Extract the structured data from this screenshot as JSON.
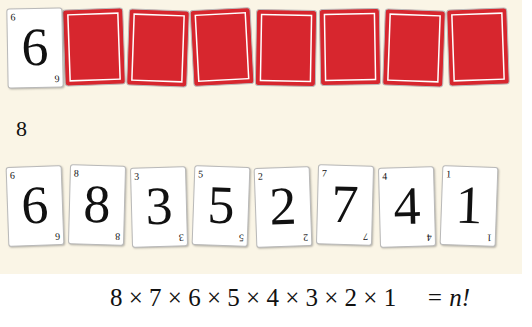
{
  "diagram": {
    "nodes": [
      {
        "text": [
          "6",
          "6",
          "6"
        ]
      },
      {
        "text": [
          "6",
          "6",
          "6"
        ]
      },
      {
        "text": [
          "8",
          "8",
          "8"
        ]
      },
      {
        "text": [
          "3",
          "3",
          "3"
        ]
      },
      {
        "text": [
          "5",
          "5",
          "5"
        ]
      },
      {
        "text": [
          "2",
          "2",
          "2"
        ]
      },
      {
        "text": [
          "7",
          "7",
          "7"
        ]
      },
      {
        "text": [
          "4",
          "4",
          "4"
        ]
      },
      {
        "text": [
          "1",
          "1",
          "1"
        ]
      }
    ],
    "labels": [
      "8",
      "8 × 7 × 6 × 5 × 4 × 3 × 2 × 1",
      "= n!"
    ]
  }
}
